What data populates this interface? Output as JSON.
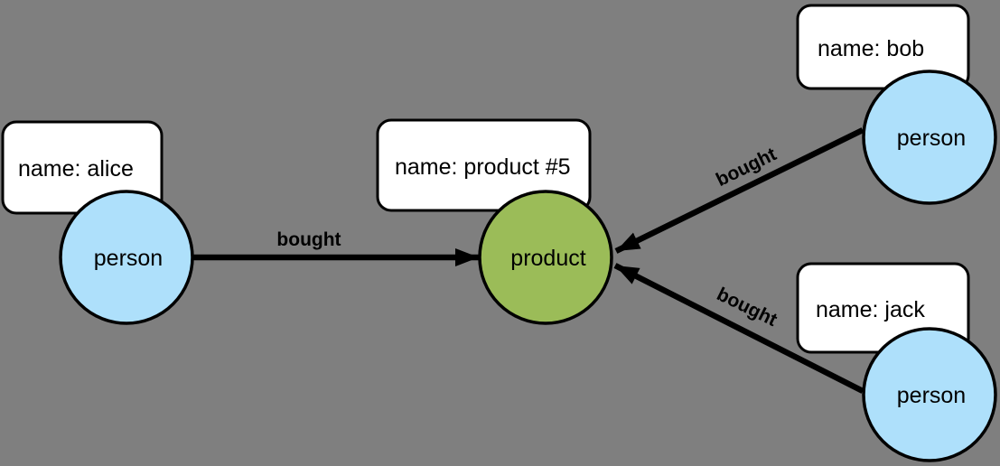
{
  "colors": {
    "background": "#7f7f7f",
    "box_fill": "#ffffff",
    "person_fill": "#aee0fb",
    "product_fill": "#9bbc58",
    "edge": "#000000",
    "outline": "#000000"
  },
  "nodes": [
    {
      "id": "alice",
      "type": "person",
      "label": "person",
      "property": "name: alice"
    },
    {
      "id": "product-5",
      "type": "product",
      "label": "product",
      "property": "name: product #5"
    },
    {
      "id": "bob",
      "type": "person",
      "label": "person",
      "property": "name: bob"
    },
    {
      "id": "jack",
      "type": "person",
      "label": "person",
      "property": "name: jack"
    }
  ],
  "edges": [
    {
      "from": "alice",
      "to": "product-5",
      "label": "bought"
    },
    {
      "from": "bob",
      "to": "product-5",
      "label": "bought"
    },
    {
      "from": "jack",
      "to": "product-5",
      "label": "bought"
    }
  ]
}
